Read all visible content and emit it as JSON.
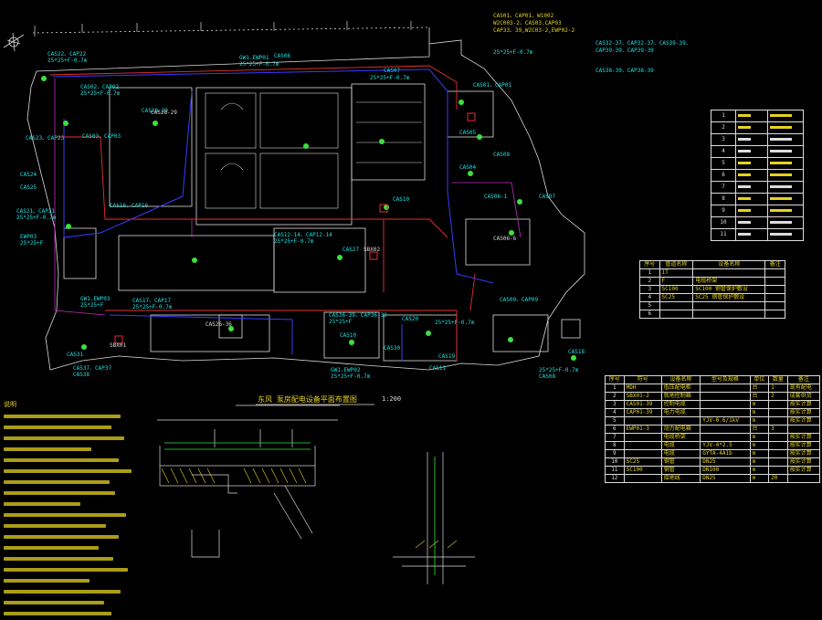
{
  "drawing": {
    "plan_labels": [
      {
        "id": "cable-01",
        "text": "CAS22、CAP22"
      },
      {
        "id": "cable-02",
        "text": "25*25+F-0.7m"
      },
      {
        "id": "cable-03",
        "text": "GW1.EWP01"
      },
      {
        "id": "cable-04",
        "text": "25*25+F-0.7m"
      },
      {
        "id": "cable-05",
        "text": "CAS06"
      },
      {
        "id": "cable-06",
        "text": "CAS07"
      },
      {
        "id": "cable-07",
        "text": "25*25+F-0.7m"
      },
      {
        "id": "cable-08",
        "text": "CAS02、CAP02"
      },
      {
        "id": "cable-09",
        "text": "25*25+F-0.7m"
      },
      {
        "id": "cable-10",
        "text": "CAS03、CAP03"
      },
      {
        "id": "cable-11",
        "text": "CAS23、CAP23"
      },
      {
        "id": "cable-12",
        "text": "CAS21、CAP21"
      },
      {
        "id": "cable-13",
        "text": "25*25+F-0.7m"
      },
      {
        "id": "cable-14",
        "text": "CAS24"
      },
      {
        "id": "cable-15",
        "text": "CAS25"
      },
      {
        "id": "cable-16",
        "text": "CAS28-29"
      },
      {
        "id": "cable-17",
        "text": "CAS16、CAP16"
      },
      {
        "id": "cable-18",
        "text": "EWP03"
      },
      {
        "id": "cable-19",
        "text": "25*25+F"
      },
      {
        "id": "cable-20",
        "text": "CAS01、CAP01"
      },
      {
        "id": "cable-21",
        "text": "CAS05"
      },
      {
        "id": "cable-22",
        "text": "CAS04"
      },
      {
        "id": "cable-23",
        "text": "CAS06-1"
      },
      {
        "id": "cable-24",
        "text": "CAS07"
      },
      {
        "id": "cable-25",
        "text": "CAS09、CAP09"
      },
      {
        "id": "cable-26",
        "text": "CAS12-14、CAP12-14"
      },
      {
        "id": "cable-27",
        "text": "25*25+F-0.7m"
      },
      {
        "id": "cable-28",
        "text": "CAS27"
      },
      {
        "id": "cable-29",
        "text": "CAS08"
      },
      {
        "id": "cable-30",
        "text": "CAS10"
      },
      {
        "id": "cable-31",
        "text": "GW1.EWP03"
      },
      {
        "id": "cable-32",
        "text": "25*25+F"
      },
      {
        "id": "cable-33",
        "text": "CAS36-39、CAP36-39"
      },
      {
        "id": "cable-34",
        "text": "25*25+F"
      },
      {
        "id": "cable-35",
        "text": "CAS17、CAP17"
      },
      {
        "id": "cable-36",
        "text": "25*25+F-0.7m"
      },
      {
        "id": "cable-37",
        "text": "CAS20"
      },
      {
        "id": "cable-38",
        "text": "CAS37、CAP37"
      },
      {
        "id": "cable-39",
        "text": "CAS38"
      },
      {
        "id": "cable-40",
        "text": "CAS30"
      },
      {
        "id": "cable-41",
        "text": "CAS19"
      },
      {
        "id": "cable-42",
        "text": "CAS10"
      },
      {
        "id": "cable-43",
        "text": "GW1.EWP02"
      },
      {
        "id": "cable-44",
        "text": "25*25+F-0.7m"
      },
      {
        "id": "cable-45",
        "text": "CAS11"
      },
      {
        "id": "cable-46",
        "text": "25*25+F-0.7m"
      },
      {
        "id": "cable-47",
        "text": "CAS08"
      },
      {
        "id": "cable-48",
        "text": "25*25+F-0.7m"
      },
      {
        "id": "cable-49",
        "text": "CAS18"
      },
      {
        "id": "cable-50",
        "text": "CAS31"
      }
    ],
    "equipment_labels": [
      {
        "id": "eq-01",
        "text": "CAS28-29"
      },
      {
        "id": "eq-02",
        "text": "CAS26-36"
      },
      {
        "id": "eq-03",
        "text": "SBX01"
      },
      {
        "id": "eq-04",
        "text": "SBX02"
      },
      {
        "id": "eq-05",
        "text": "CAS06-6"
      }
    ],
    "legend_top": [
      "CAS32-37、CAP32-37、CAS39-39、",
      "CAP39-39、CAP39-39",
      "CAS38-39、CAP38-39"
    ],
    "top_block_labels": [
      "CAS01、CAP01、W1002",
      "W2C003-2、CAS03.CAP03",
      "CAP33、39,W2C03-2,EWP02-2",
      "25*25+F-0.7m"
    ],
    "section_title": "东风 泵房配电设备平面布置图",
    "section_scale": "1:200",
    "notes_title": "说明",
    "notes_line_widths": [
      128,
      118,
      132,
      96,
      126,
      140,
      116,
      122,
      84,
      134,
      112,
      126,
      104,
      120,
      136,
      94,
      128,
      110,
      118
    ],
    "table1": {
      "rows": [
        "1",
        "2",
        "3",
        "4",
        "5",
        "6",
        "7",
        "8",
        "9",
        "10",
        "11"
      ],
      "colors": [
        "#e6d21e",
        "#e6d21e",
        "#dcdcdc",
        "#dcdcdc",
        "#e6d21e",
        "#e6d21e",
        "#dcdcdc",
        "#e6d21e",
        "#e6d21e",
        "#dcdcdc",
        "#dcdcdc"
      ]
    },
    "table2": {
      "header": [
        "序号",
        "管道名称",
        "设备名称",
        "备注"
      ],
      "rows": [
        [
          "1",
          "1T",
          "",
          ""
        ],
        [
          "2",
          "F",
          "电缆桥架",
          ""
        ],
        [
          "3",
          "SC100",
          "SC100 钢管保护敷设",
          ""
        ],
        [
          "4",
          "SC25",
          "SC25 钢管保护敷设",
          ""
        ],
        [
          "5",
          "",
          "",
          ""
        ],
        [
          "6",
          "",
          "",
          ""
        ]
      ]
    },
    "table3": {
      "header": [
        "序号",
        "符号",
        "设备名称",
        "型号及规格",
        "单位",
        "数量",
        "备注"
      ],
      "rows": [
        [
          "1",
          "MDH",
          "低压配电柜",
          "",
          "台",
          "1",
          "现有配电"
        ],
        [
          "2",
          "SBX01-2",
          "就地控制箱",
          "",
          "台",
          "2",
          "成套供货"
        ],
        [
          "3",
          "CAS01-39",
          "控制电缆",
          "",
          "m",
          "",
          "按实计算"
        ],
        [
          "4",
          "CAP01-39",
          "电力电缆",
          "",
          "m",
          "",
          "按实计算"
        ],
        [
          "5",
          "",
          "",
          "YJV-0.6/1kV",
          "m",
          "",
          "按实计算"
        ],
        [
          "6",
          "EWP01-3",
          "动力配电箱",
          "",
          "台",
          "3",
          ""
        ],
        [
          "7",
          "",
          "电缆桥架",
          "",
          "m",
          "",
          "按实计算"
        ],
        [
          "8",
          "",
          "电缆",
          "YJV-4*2.5",
          "m",
          "",
          "按实计算"
        ],
        [
          "9",
          "",
          "电缆",
          "GYTA-4A1b",
          "m",
          "",
          "按实计算"
        ],
        [
          "10",
          "SC25",
          "钢管",
          "DN25",
          "m",
          "",
          "按实计算"
        ],
        [
          "11",
          "SC100",
          "钢管",
          "DN100",
          "m",
          "",
          "按实计算"
        ],
        [
          "12",
          "",
          "接地线",
          "DN25",
          "m",
          "20",
          ""
        ]
      ]
    },
    "colors": {
      "cyan": "#1ee0e0",
      "white": "#dcdcdc",
      "yellow": "#e6d21e",
      "green": "#3ee03e",
      "red": "#e63030",
      "blue": "#3a3aff",
      "magenta": "#c030c0"
    }
  }
}
